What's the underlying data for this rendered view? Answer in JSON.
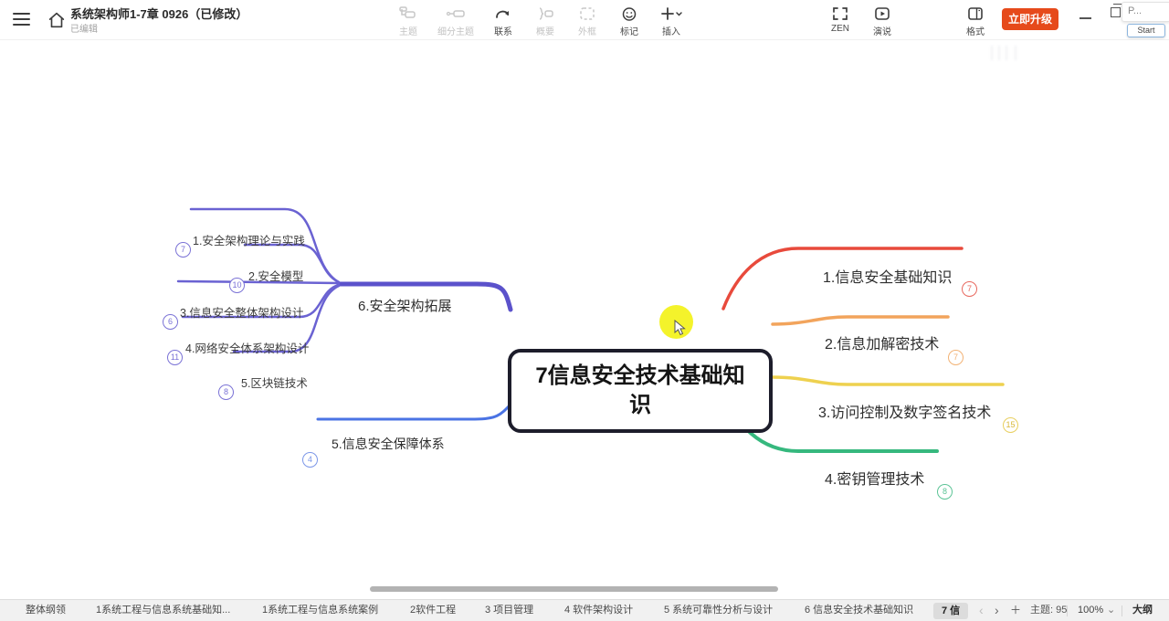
{
  "titlebar": {
    "title": "系统架构师1-7章 0926（已修改）",
    "subtitle": "已编辑"
  },
  "toolbar": {
    "items": [
      {
        "label": "主题",
        "icon": "topic-icon",
        "enabled": false
      },
      {
        "label": "细分主题",
        "icon": "subtopic-icon",
        "enabled": false
      },
      {
        "label": "联系",
        "icon": "relation-icon",
        "enabled": true
      },
      {
        "label": "概要",
        "icon": "summary-icon",
        "enabled": false
      },
      {
        "label": "外框",
        "icon": "boundary-icon",
        "enabled": false
      },
      {
        "label": "标记",
        "icon": "marker-icon",
        "enabled": true
      },
      {
        "label": "插入",
        "icon": "insert-icon",
        "enabled": true
      }
    ],
    "zen_label": "ZEN",
    "present_label": "演说",
    "format_label": "格式",
    "upgrade_label": "立即升级",
    "upgrade_color": "#e64a1b"
  },
  "recorder_overlay": {
    "popup_text": "P...",
    "start_button": "Start"
  },
  "mindmap": {
    "central_topic": "7信息安全技术基础知识",
    "right_branches": [
      {
        "label": "1.信息安全基础知识",
        "badge": "7",
        "color": "#e84a3c"
      },
      {
        "label": "2.信息加解密技术",
        "badge": "7",
        "color": "#f2a45c"
      },
      {
        "label": "3.访问控制及数字签名技术",
        "badge": "15",
        "color": "#eed14f"
      },
      {
        "label": "4.密钥管理技术",
        "badge": "8",
        "color": "#36b87e"
      }
    ],
    "left_branch_6": {
      "label": "6.安全架构拓展",
      "color": "#5b52cb",
      "children": [
        {
          "label": "1.安全架构理论与实践",
          "badge": "7"
        },
        {
          "label": "2.安全模型",
          "badge": "10"
        },
        {
          "label": "3.信息安全整体架构设计",
          "badge": "6"
        },
        {
          "label": "4.网络安全体系架构设计",
          "badge": "11"
        },
        {
          "label": "5.区块链技术",
          "badge": "8"
        }
      ]
    },
    "left_branch_5": {
      "label": "5.信息安全保障体系",
      "badge": "4",
      "color": "#4a73e4"
    }
  },
  "bottombar": {
    "tabs": [
      "整体纲领",
      "1系统工程与信息系统基础知...",
      "1系统工程与信息系统案例",
      "2软件工程",
      "3 项目管理",
      "4 软件架构设计",
      "5 系统可靠性分析与设计",
      "6 信息安全技术基础知识"
    ],
    "active_tab": "7 信",
    "topic_count": "主题: 95",
    "zoom_level": "100%",
    "outline_label": "大纲"
  },
  "icons": {
    "chevron_left": "‹",
    "chevron_right": "›",
    "plus": "＋",
    "chevron_down": "⌄"
  }
}
